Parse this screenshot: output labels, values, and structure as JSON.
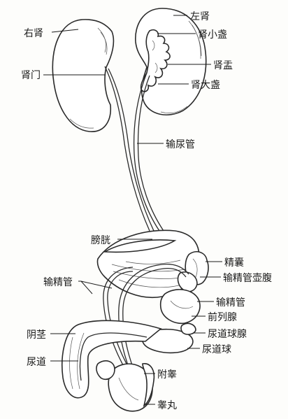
{
  "labels": {
    "right_kidney": "右肾",
    "left_kidney": "左肾",
    "renal_hilum": "肾门",
    "minor_calyx": "肾小盏",
    "renal_pelvis": "肾盂",
    "major_calyx": "肾大盏",
    "ureter": "输尿管",
    "bladder": "膀胱",
    "seminal_vesicle": "精囊",
    "ampulla_vas_deferens": "输精管壶腹",
    "vas_deferens_left": "输精管",
    "vas_deferens_right": "输精管",
    "prostate": "前列腺",
    "bulbourethral_gland": "尿道球腺",
    "urethral_bulb": "尿道球",
    "penis": "阴茎",
    "urethra": "尿道",
    "epididymis": "附睾",
    "testis": "睾丸"
  }
}
